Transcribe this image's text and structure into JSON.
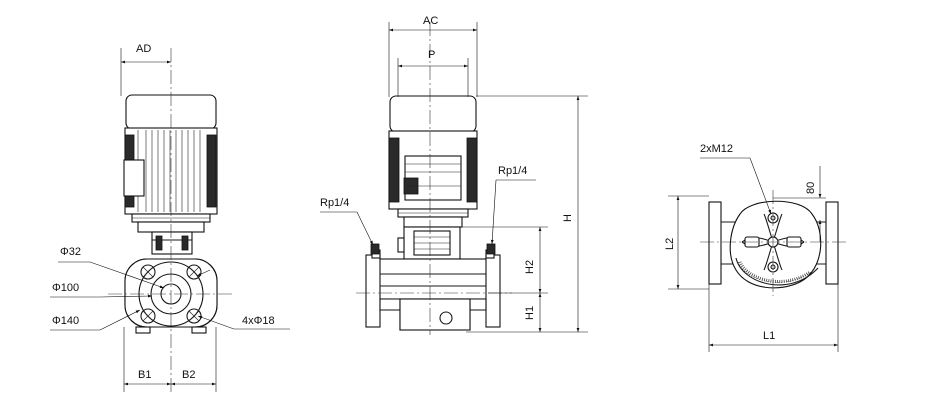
{
  "front_view": {
    "labels": {
      "ad": "AD",
      "phi32": "Φ32",
      "phi100": "Φ100",
      "phi140": "Φ140",
      "holes": "4xΦ18",
      "b1": "B1",
      "b2": "B2"
    }
  },
  "side_view": {
    "labels": {
      "ac": "AC",
      "p": "P",
      "rp_left": "Rp1/4",
      "rp_right": "Rp1/4",
      "h": "H",
      "h1": "H1",
      "h2": "H2"
    }
  },
  "top_view": {
    "labels": {
      "bolts": "2xM12",
      "dim80": "80",
      "l1": "L1",
      "l2": "L2"
    }
  }
}
